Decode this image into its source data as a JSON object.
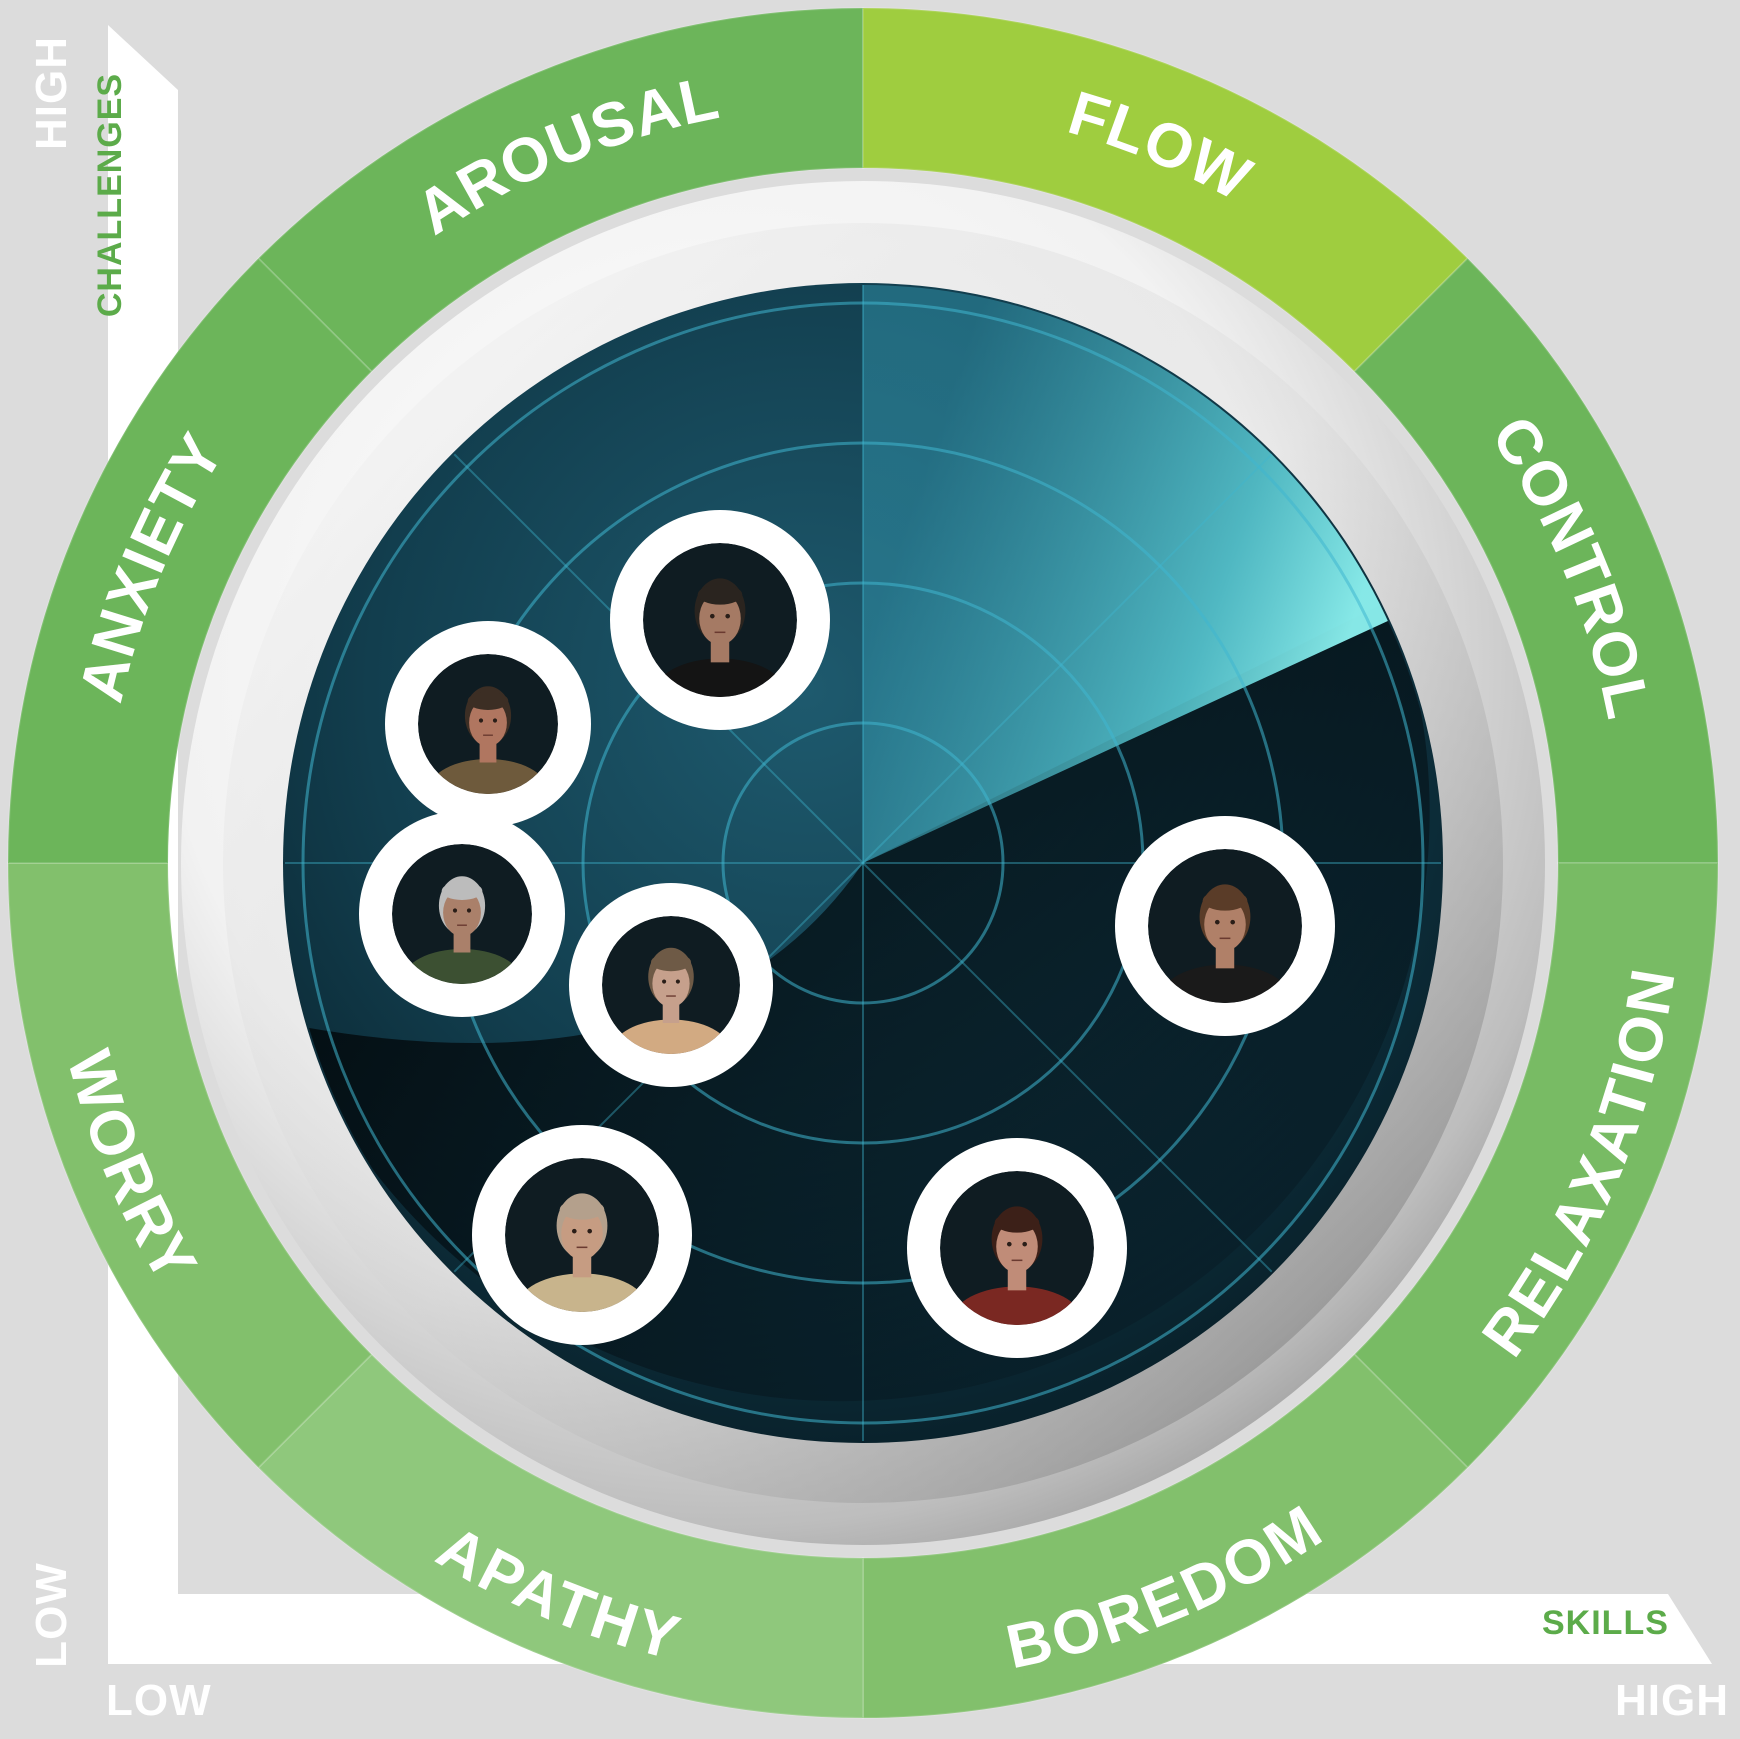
{
  "axes": {
    "challenges_label": "CHALLENGES",
    "skills_label": "SKILLS",
    "y_high": "HIGH",
    "y_low": "LOW",
    "x_low": "LOW",
    "x_high": "HIGH"
  },
  "segments": [
    {
      "label": "AROUSAL",
      "color": "#6cb55a"
    },
    {
      "label": "FLOW",
      "color": "#9fcd3f"
    },
    {
      "label": "CONTROL",
      "color": "#6cb55a"
    },
    {
      "label": "RELAXATION",
      "color": "#78bb64"
    },
    {
      "label": "BOREDOM",
      "color": "#82c06c"
    },
    {
      "label": "APATHY",
      "color": "#8fc87c"
    },
    {
      "label": "WORRY",
      "color": "#82c06c"
    },
    {
      "label": "ANXIETY",
      "color": "#6cb55a"
    }
  ],
  "people": [
    {
      "name": "person-top",
      "skin": "#a57a64",
      "hair": "#2a241f",
      "shirt": "#141414"
    },
    {
      "name": "person-upper-left",
      "skin": "#b07660",
      "hair": "#3c2e24",
      "shirt": "#6e5a3c"
    },
    {
      "name": "person-left",
      "skin": "#aa806a",
      "hair": "#bcbcbc",
      "shirt": "#3c5032"
    },
    {
      "name": "person-center-woman",
      "skin": "#c6a08c",
      "hair": "#6e5a46",
      "shirt": "#d2aa82"
    },
    {
      "name": "person-right",
      "skin": "#b08068",
      "hair": "#5a3c28",
      "shirt": "#1a1a1a"
    },
    {
      "name": "person-bottom-left-woman",
      "skin": "#c69c82",
      "hair": "#b4a08c",
      "shirt": "#c8b48c"
    },
    {
      "name": "person-bottom-right-woman",
      "skin": "#c08c78",
      "hair": "#3c2018",
      "shirt": "#7a2822"
    }
  ]
}
